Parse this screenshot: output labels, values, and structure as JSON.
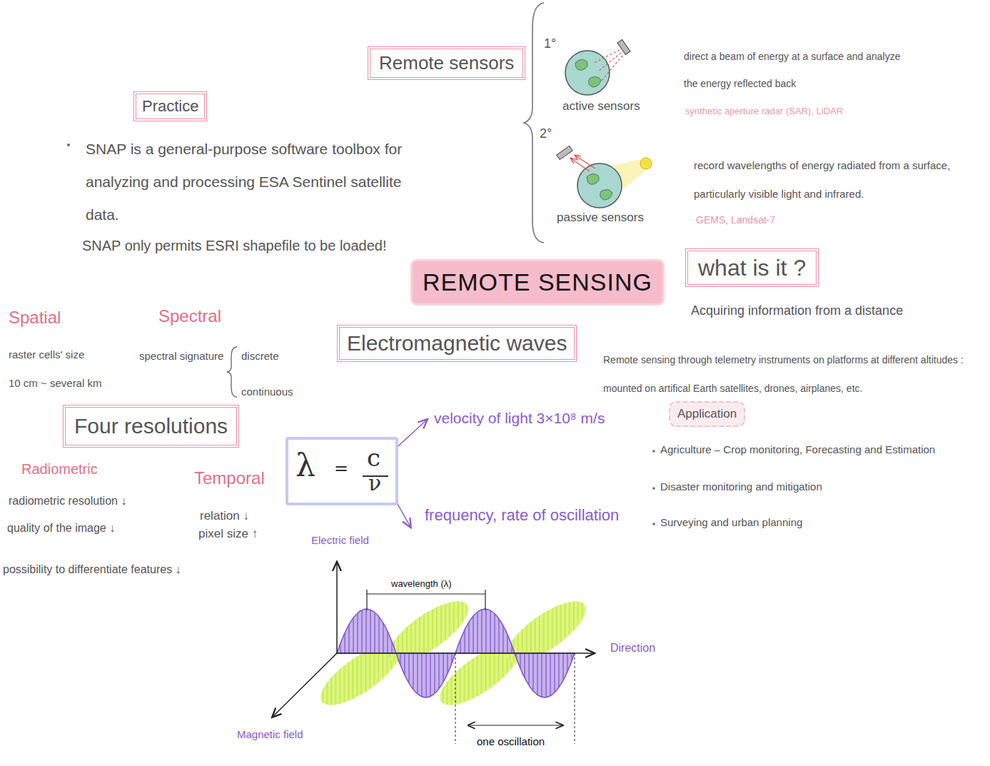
{
  "diagram": {
    "title": "REMOTE SENSING",
    "nodes": [
      {
        "text": [
          "Remote sensors"
        ]
      },
      {
        "text": [
          "Practice"
        ]
      },
      {
        "text": [
          "what is it ?"
        ]
      },
      {
        "text": [
          "Electromagnetic waves"
        ]
      },
      {
        "text": [
          "Four resolutions"
        ]
      },
      {
        "text": [
          "Application"
        ]
      },
      {
        "text": [
          "λ",
          "=",
          "c",
          "ν"
        ]
      }
    ],
    "labels": [
      "1°",
      "active sensors",
      "direct a beam of energy at a surface and analyze the energy reflected back",
      "synthetic aperture radar (SAR), LiDAR",
      "2°",
      "passive sensors",
      "record wavelengths of energy radiated from a surface, particularly visible light and infrared.",
      "GEMS, Landsat-7",
      "SNAP is a general-purpose software toolbox for analyzing and processing ESA Sentinel satellite data.",
      "SNAP only permits ESRI shapefile to be loaded!",
      "Acquiring information from a distance",
      "Remote sensing through telemetry instruments on platforms at different altitudes : mounted on artifical Earth satellites, drones, airplanes, etc.",
      "Agriculture – Crop monitoring, Forecasting and Estimation",
      "Disaster monitoring and mitigation",
      "Surveying and urban planning",
      "Spatial",
      "raster cells' size",
      "10 cm ~ several km",
      "Spectral",
      "spectral signature",
      "discrete",
      "continuous",
      "Radiometric",
      "radiometric resolution ↓",
      "quality of the image ↓",
      "possibility to differentiate features ↓",
      "Temporal",
      "relation ↓",
      "pixel size ↑",
      "velocity of light 3×10⁸ m/s",
      "frequency, rate of oscillation",
      "Electric field",
      "wavelength (λ)",
      "Direction",
      "Magnetic field",
      "one oscillation"
    ]
  }
}
